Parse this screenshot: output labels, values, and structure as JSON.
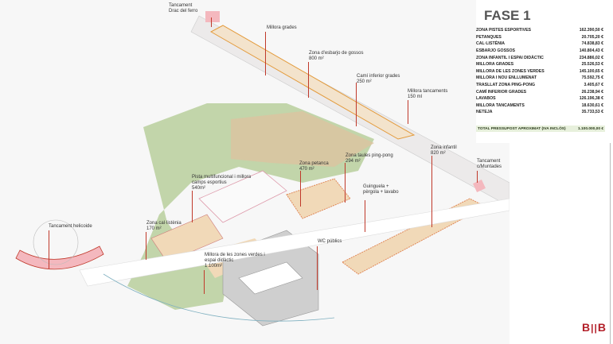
{
  "title": "FASE 1",
  "budget": {
    "items": [
      {
        "label": "ZONA PISTES ESPORTIVES",
        "value": "162.390,50 €"
      },
      {
        "label": "PETANQUES",
        "value": "20.705,20 €"
      },
      {
        "label": "CAL·LISTÈNIA",
        "value": "74.838,83 €"
      },
      {
        "label": "ESBARJO GOSSOS",
        "value": "140.804,43 €"
      },
      {
        "label": "ZONA INFANTIL I ESPAI DIDÀCTIC",
        "value": "234.886,02 €"
      },
      {
        "label": "MILLORA GRADES",
        "value": "25.526,53 €"
      },
      {
        "label": "MILLORA DE LES ZONES VERDES",
        "value": "145.100,65 €"
      },
      {
        "label": "MILLORA I NOU ENLLUMENAT",
        "value": "75.592,75 €"
      },
      {
        "label": "TRASLLAT ZONA PING-PONG",
        "value": "3.405,67 €"
      },
      {
        "label": " CAMÍ INFERIOR GRADES",
        "value": "26.238,94 €"
      },
      {
        "label": "LAVABOS",
        "value": "126.196,38 €"
      },
      {
        "label": "MILLORA TANCAMENTS",
        "value": "18.630,61 €"
      },
      {
        "label": "NETEJA",
        "value": "35.733,53 €"
      }
    ],
    "total_label": "TOTAL PRESSUPOST APROXIMAT (IVA INCLÒS)",
    "total_value": "1.100.000,00 €"
  },
  "labels": {
    "tancament_drac": "Tancament\nDrac del ferro",
    "millora_grades": "Millora grades",
    "esbarjo": "Zona d'esbarjo de gossos\n800 m²",
    "cami_inferior": "Camí inferior grades\n250 m²",
    "millora_tancaments": "Millora tancaments\n150 ml",
    "ping_pong": "Zona taules ping-pong\n294 m²",
    "petanca": "Zona petanca\n470 m²",
    "pista": "Pista multifuncional i millora\ncamps esportius\n540m²",
    "infantil": "Zona infantil\n820 m²",
    "guinguela": "Guinguela +\npèrgola + lavabo",
    "muntades": "Tancament\nc/Muntades",
    "cal_listenia": "Zona cal·listènia\n170 m²",
    "helicoide": "Tancament helicoide",
    "zones_verdes": "Millora de les zones verdes i\nespai didàctic\n1.100m²",
    "wc": "WC públics"
  },
  "logo": "B||B",
  "colors": {
    "accent": "#b3202a",
    "zone": "#f1d9b8",
    "green": "#a9c48a",
    "fence": "#f4b8be",
    "total_bg": "#e7f0dc"
  }
}
